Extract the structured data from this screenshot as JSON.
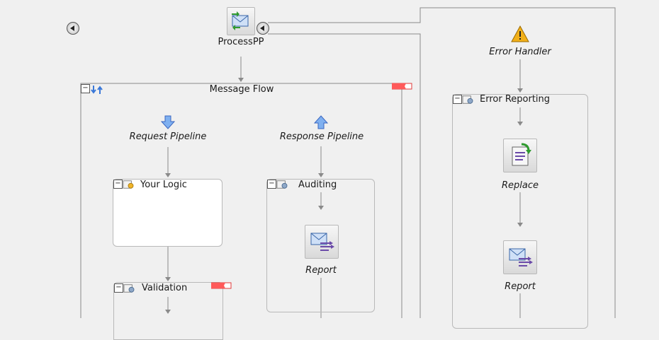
{
  "proxy": {
    "name": "ProcessPP"
  },
  "message_flow": {
    "title": "Message Flow"
  },
  "request_pipeline": {
    "label": "Request Pipeline"
  },
  "response_pipeline": {
    "label": "Response Pipeline"
  },
  "stages": {
    "your_logic": {
      "label": "Your Logic"
    },
    "validation": {
      "label": "Validation"
    },
    "auditing": {
      "label": "Auditing"
    },
    "error_reporting": {
      "label": "Error Reporting"
    }
  },
  "actions": {
    "auditing_report": {
      "label": "Report"
    },
    "replace": {
      "label": "Replace"
    },
    "error_report": {
      "label": "Report"
    }
  },
  "error_handler": {
    "label": "Error Handler"
  },
  "colors": {
    "accent": "#3a78d8",
    "error_flag": "#ff4d4d",
    "warning": "#f2b019",
    "wire": "#8a8a8a"
  },
  "icons": {
    "proxy": "proxy-service-icon",
    "nav_back": "navigate-back-icon",
    "collapse": "collapse-toggle-icon",
    "stage": "stage-icon",
    "pipeline_pair": "pipeline-pair-icon",
    "error_flag": "error-flag-icon",
    "warning": "warning-icon",
    "request_arrow": "down-arrow-icon",
    "response_arrow": "up-arrow-icon",
    "report_action": "report-action-icon",
    "replace_action": "replace-action-icon"
  }
}
